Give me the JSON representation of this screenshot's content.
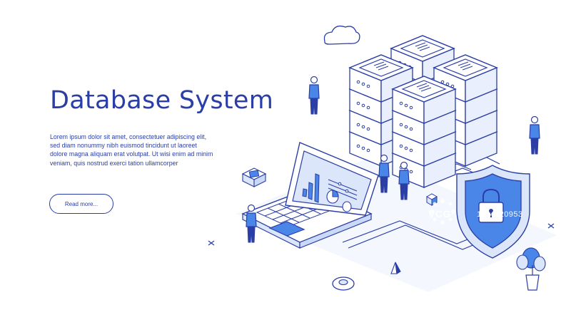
{
  "hero": {
    "title": "Database System",
    "body": "Lorem ipsum dolor sit amet, consectetuer adipiscing elit, sed diam nonummy nibh euismod tincidunt ut laoreet dolore magna aliquam erat volutpat. Ut wisi enim ad minim veniam, quis nostrud exerci tation ullamcorper",
    "read_more_label": "Read more..."
  },
  "watermark": {
    "brand": "VCG",
    "id": "1154020953"
  },
  "colors": {
    "primary": "#2a3ea6",
    "accent": "#4a86e8",
    "light_blue": "#dbe6fb",
    "shadow": "#edf1fb"
  },
  "icons": [
    "cloud-icon",
    "server-rack-icon",
    "laptop-icon",
    "bar-chart-icon",
    "pie-chart-icon",
    "shield-lock-icon",
    "padlock-icon",
    "person-icon",
    "plant-icon",
    "cube-icon",
    "chip-icon",
    "ring-icon",
    "pyramid-icon",
    "cross-mark-icon"
  ]
}
